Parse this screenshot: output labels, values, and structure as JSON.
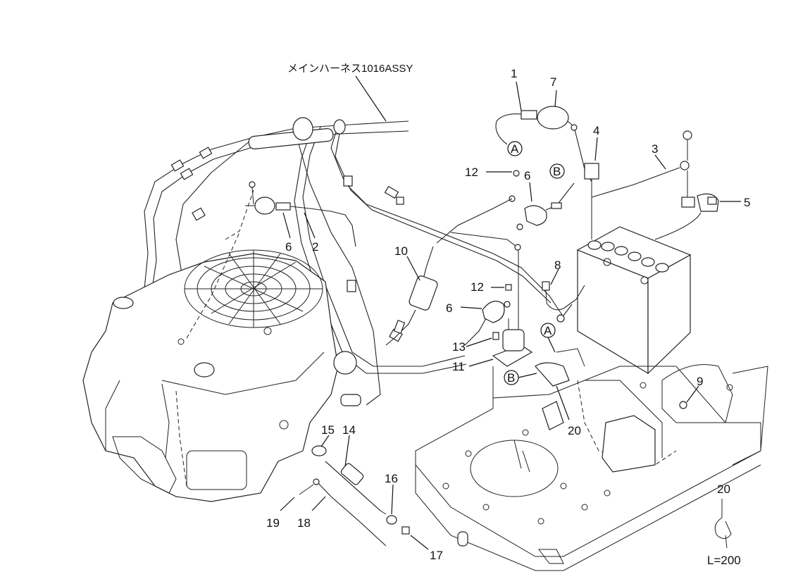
{
  "harness_label": "メインハーネス1016ASSY",
  "length_note": "L=200",
  "connector_tags": {
    "a1": "A",
    "a2": "A",
    "b1": "B",
    "b2": "B"
  },
  "callouts": {
    "c1": "1",
    "c2": "2",
    "c3": "3",
    "c4": "4",
    "c5": "5",
    "c6a": "6",
    "c6b": "6",
    "c6c": "6",
    "c7": "7",
    "c8": "8",
    "c9": "9",
    "c10": "10",
    "c11": "11",
    "c12a": "12",
    "c12b": "12",
    "c13": "13",
    "c14": "14",
    "c15": "15",
    "c16": "16",
    "c17": "17",
    "c18": "18",
    "c19": "19",
    "c20a": "20",
    "c20b": "20"
  }
}
